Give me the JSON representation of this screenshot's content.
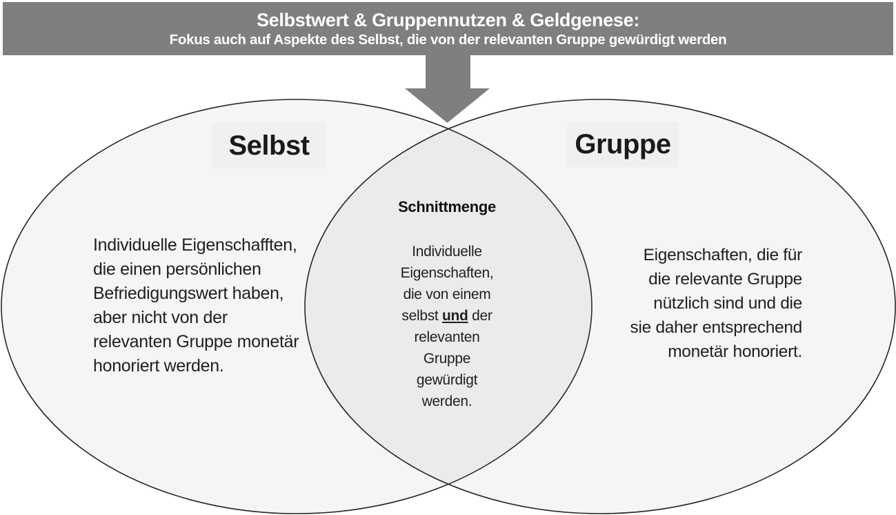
{
  "banner": {
    "title": "Selbstwert & Gruppennutzen & Geldgenese:",
    "subtitle": "Fokus auch auf Aspekte des Selbst, die von der relevanten Gruppe gewürdigt werden",
    "background_color": "#7f7f7f",
    "text_color": "#ffffff"
  },
  "arrow": {
    "icon": "down-arrow",
    "color": "#7f7f7f"
  },
  "venn": {
    "outline_color": "#262626",
    "fill_color": "#f5f5f5",
    "overlap_fill_color": "#ebebeb",
    "left_set": {
      "label": "Selbst",
      "text": "Individuelle Eigenschafften,\ndie einen persönlichen\nBefriedigungswert haben,\naber nicht von der\nrelevanten Gruppe monetär\nhonoriert werden."
    },
    "right_set": {
      "label": "Gruppe",
      "text": "Eigenschaften, die für\ndie relevante Gruppe\nnützlich sind und die\nsie daher entsprechend\nmonetär honoriert."
    },
    "intersection": {
      "label": "Schnittmenge",
      "text_before": "Individuelle\nEigenschaften,\ndie von einem\nselbst ",
      "emphasis": "und",
      "text_after": " der\nrelevanten\nGruppe\ngewürdigt\nwerden."
    }
  }
}
